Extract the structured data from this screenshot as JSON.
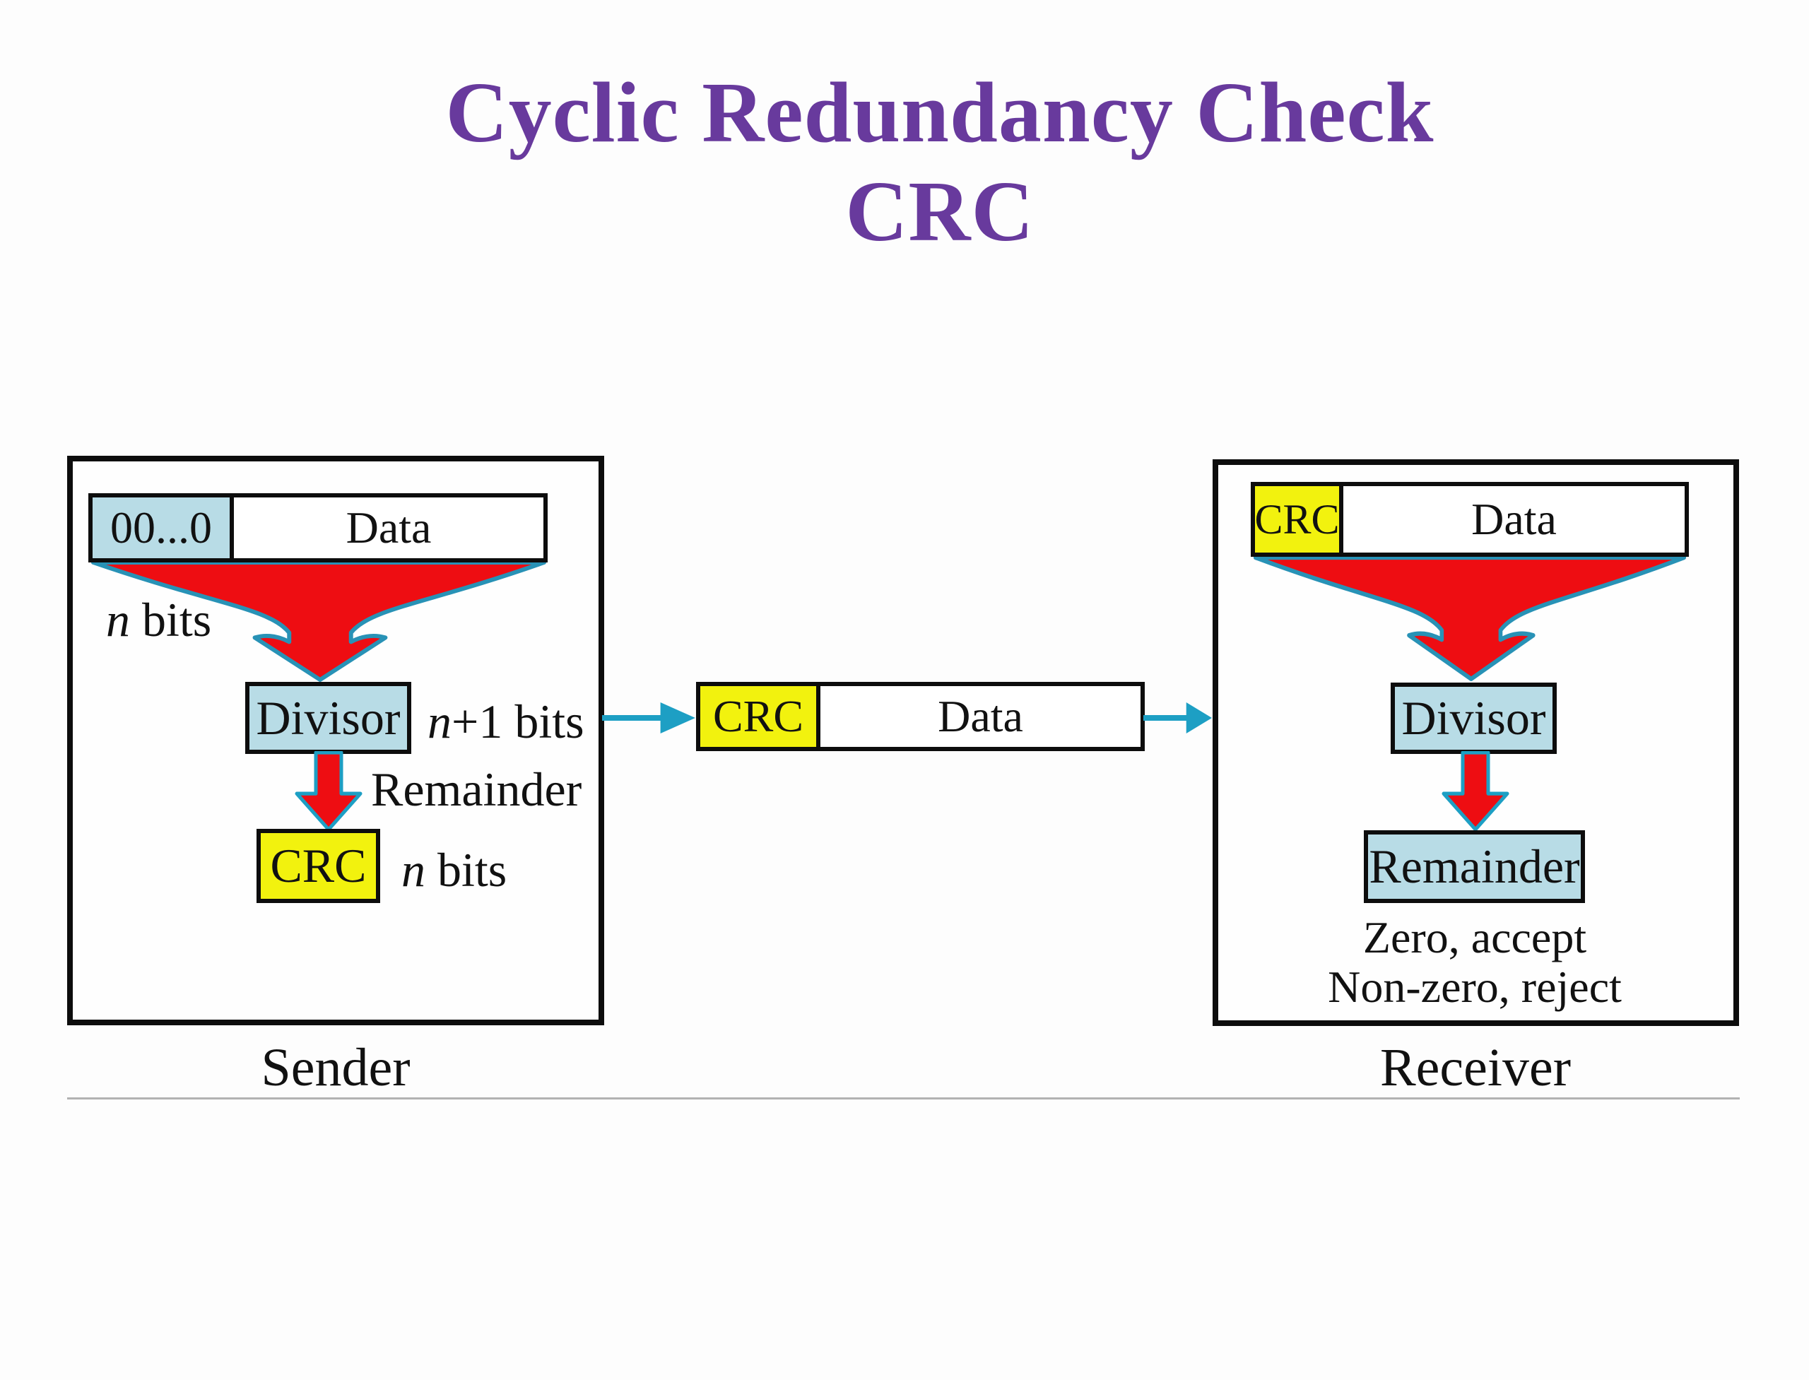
{
  "title": {
    "line1": "Cyclic Redundancy Check",
    "line2": "CRC"
  },
  "sender": {
    "caption": "Sender",
    "packet": {
      "prefix": "00...0",
      "data": "Data"
    },
    "n_bits": {
      "var": "n",
      "rest": " bits"
    },
    "divisor": "Divisor",
    "n_plus_one_bits": {
      "var": "n",
      "rest": "+1 bits"
    },
    "remainder": "Remainder",
    "crc": "CRC",
    "crc_bits": {
      "var": "n",
      "rest": " bits"
    }
  },
  "channel": {
    "packet": {
      "crc": "CRC",
      "data": "Data"
    }
  },
  "receiver": {
    "caption": "Receiver",
    "packet": {
      "crc": "CRC",
      "data": "Data"
    },
    "divisor": "Divisor",
    "remainder": "Remainder",
    "decision_line1": "Zero, accept",
    "decision_line2": "Non-zero, reject"
  },
  "colors": {
    "title": "#683a9d",
    "light_blue": "#b8dce6",
    "yellow": "#f2f20e",
    "red": "#ee0d12",
    "teal": "#1d9fc4",
    "funnel_outline": "#2892b6",
    "border": "#0d0d0d"
  }
}
